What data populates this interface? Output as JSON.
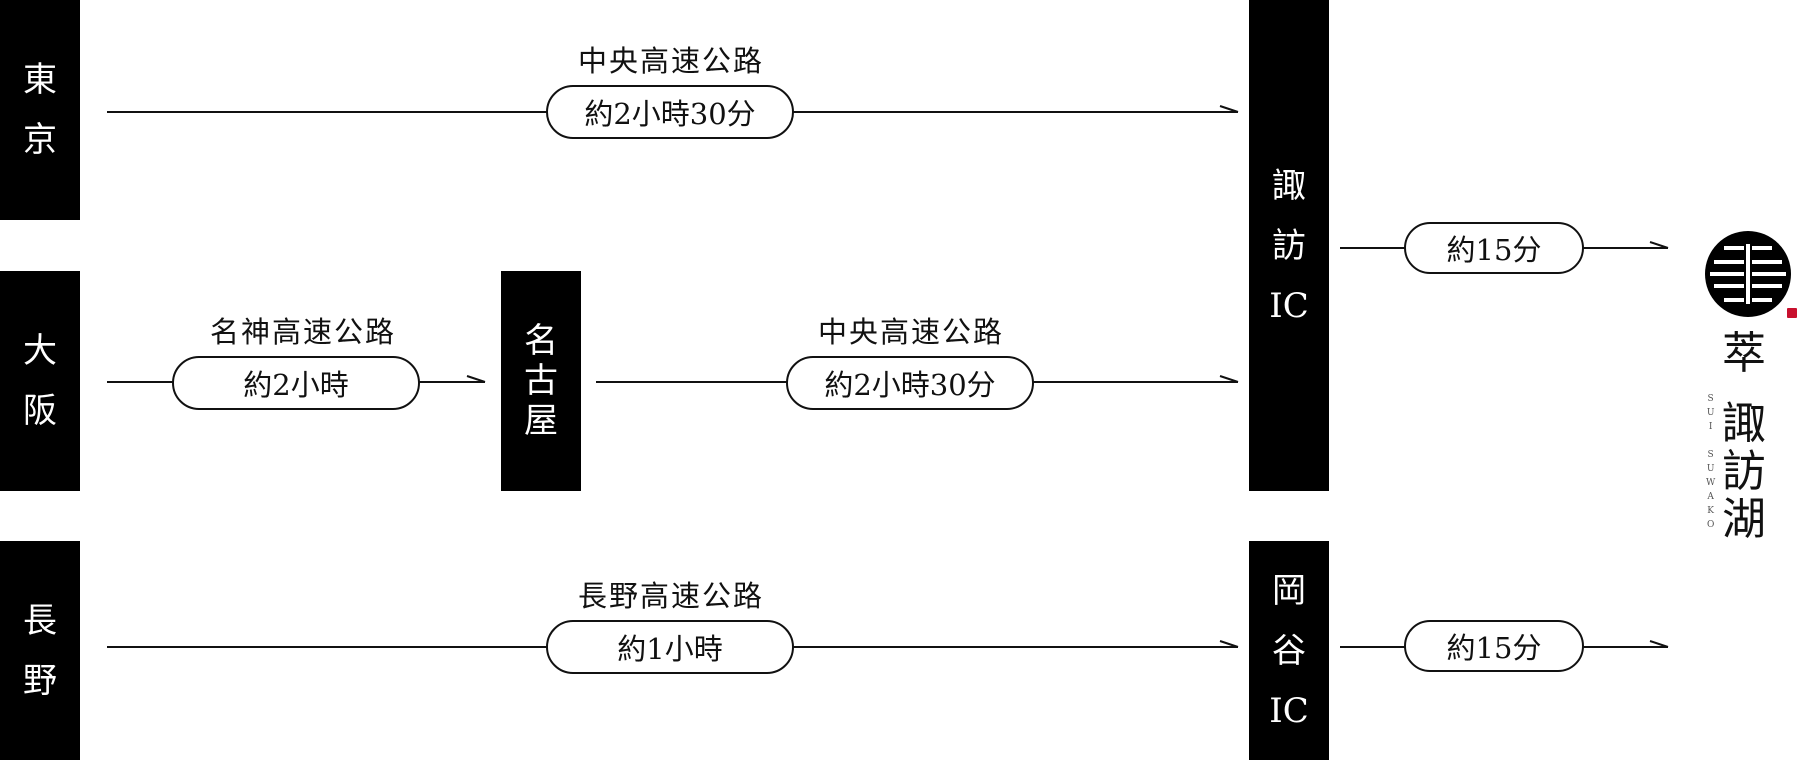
{
  "origins": {
    "tokyo": [
      "東",
      "京"
    ],
    "osaka": [
      "大",
      "阪"
    ],
    "nagano": [
      "長",
      "野"
    ]
  },
  "waypoints": {
    "nagoya": [
      "名",
      "古",
      "屋"
    ],
    "suwa_ic": [
      "諏",
      "訪",
      "IC"
    ],
    "okaya_ic": [
      "岡",
      "谷",
      "IC"
    ]
  },
  "routes": {
    "tokyo_suwa": {
      "road": "中央高速公路",
      "time": "約2小時30分"
    },
    "osaka_nagoya": {
      "road": "名神高速公路",
      "time": "約2小時"
    },
    "nagoya_suwa": {
      "road": "中央高速公路",
      "time": "約2小時30分"
    },
    "nagano_okaya": {
      "road": "長野高速公路",
      "time": "約1小時"
    },
    "suwa_ic_hotel": {
      "time": "約15分"
    },
    "okaya_ic_hotel": {
      "time": "約15分"
    }
  },
  "logo": {
    "kanji": [
      "萃",
      "諏",
      "訪",
      "湖"
    ],
    "roman": [
      "S",
      "U",
      "I",
      "",
      "S",
      "U",
      "W",
      "A",
      "K",
      "O"
    ],
    "seal_color": "#c8102e"
  },
  "colors": {
    "box": "#000000",
    "line": "#111111"
  }
}
